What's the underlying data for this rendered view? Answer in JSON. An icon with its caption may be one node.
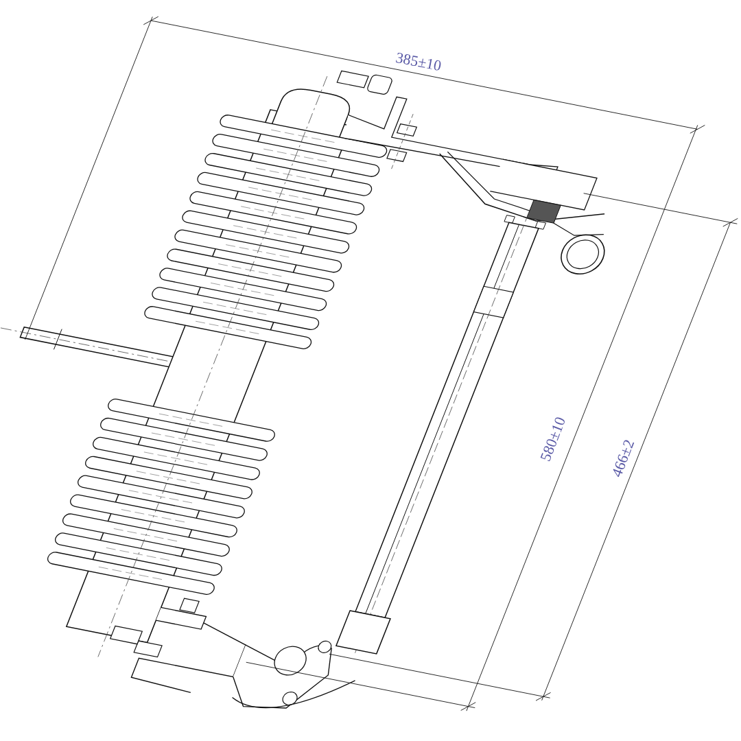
{
  "diagram": {
    "labels": [
      "385±10",
      "580±10",
      "466±2"
    ]
  }
}
